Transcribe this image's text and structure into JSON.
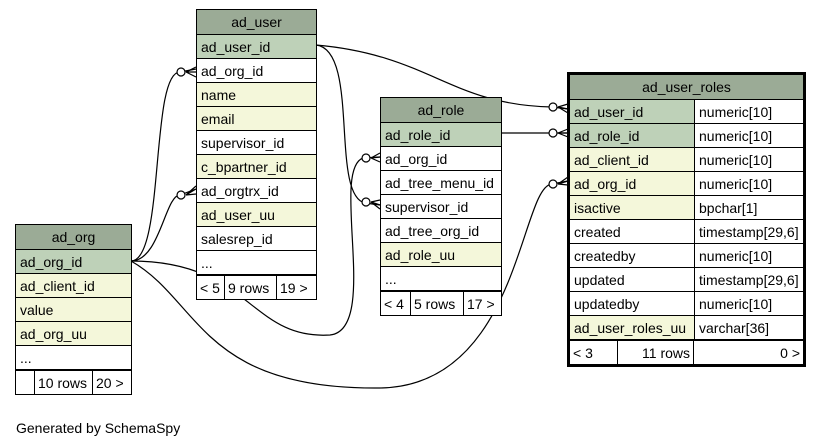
{
  "footer_note": "Generated by SchemaSpy",
  "tables": {
    "ad_user": {
      "name": "ad_user",
      "columns": [
        "ad_user_id",
        "ad_org_id",
        "name",
        "email",
        "supervisor_id",
        "c_bpartner_id",
        "ad_orgtrx_id",
        "ad_user_uu",
        "salesrep_id",
        "..."
      ],
      "footer": [
        "< 5",
        "9 rows",
        "19 >"
      ]
    },
    "ad_role": {
      "name": "ad_role",
      "columns": [
        "ad_role_id",
        "ad_org_id",
        "ad_tree_menu_id",
        "supervisor_id",
        "ad_tree_org_id",
        "ad_role_uu",
        "..."
      ],
      "footer": [
        "< 4",
        "5 rows",
        "17 >"
      ]
    },
    "ad_org": {
      "name": "ad_org",
      "columns": [
        "ad_org_id",
        "ad_client_id",
        "value",
        "ad_org_uu",
        "..."
      ],
      "footer": [
        "",
        "10 rows",
        "20 >"
      ]
    },
    "ad_user_roles": {
      "name": "ad_user_roles",
      "columns": [
        {
          "name": "ad_user_id",
          "type": "numeric[10]"
        },
        {
          "name": "ad_role_id",
          "type": "numeric[10]"
        },
        {
          "name": "ad_client_id",
          "type": "numeric[10]"
        },
        {
          "name": "ad_org_id",
          "type": "numeric[10]"
        },
        {
          "name": "isactive",
          "type": "bpchar[1]"
        },
        {
          "name": "created",
          "type": "timestamp[29,6]"
        },
        {
          "name": "createdby",
          "type": "numeric[10]"
        },
        {
          "name": "updated",
          "type": "timestamp[29,6]"
        },
        {
          "name": "updatedby",
          "type": "numeric[10]"
        },
        {
          "name": "ad_user_roles_uu",
          "type": "varchar[36]"
        }
      ],
      "footer": [
        "< 3",
        "11 rows",
        "0 >"
      ]
    }
  },
  "colors": {
    "header": "#9bab96",
    "primary_key": "#bed1b8",
    "foreign_key": "#f4f7da"
  }
}
